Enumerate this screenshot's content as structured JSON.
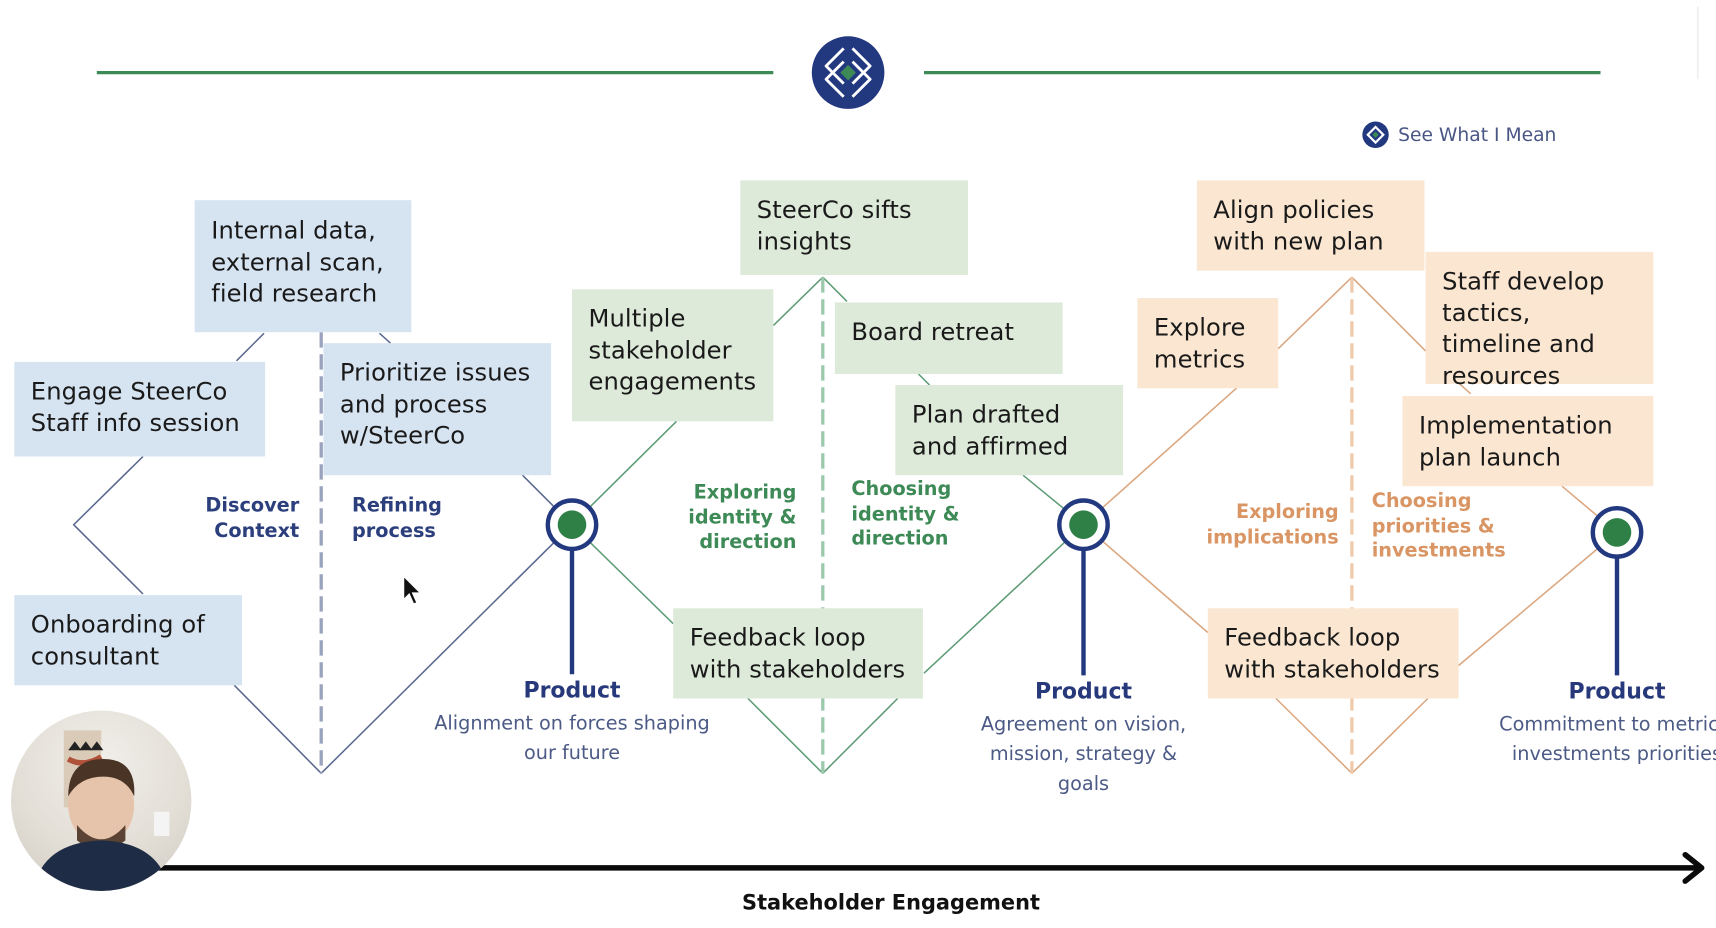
{
  "header": {
    "logo_icon": "diamond-chain-logo-icon",
    "brand_label": "See What I Mean",
    "brand_icon": "diamond-logo-icon"
  },
  "colors": {
    "navy": "#22387f",
    "green_line": "#3e8a57",
    "blue_box": "#d6e3f1",
    "green_box": "#dde9d9",
    "peach_box": "#fae6d1",
    "orange_text": "#d99563",
    "product_dot": "#2e8046"
  },
  "phase1": {
    "boxes": {
      "internal_data": "Internal data, external scan, field research",
      "engage_steerco": "Engage SteerCo Staff info session",
      "onboarding": "Onboarding of consultant",
      "prioritize": "Prioritize issues and process w/SteerCo"
    },
    "label_left": "Discover Context",
    "label_right": "Refining process",
    "product": {
      "title": "Product",
      "description": "Alignment on forces shaping our future"
    }
  },
  "phase2": {
    "boxes": {
      "steerco_sifts": "SteerCo sifts insights",
      "multiple_engagements": "Multiple stakeholder engagements",
      "board_retreat": "Board retreat",
      "plan_drafted": "Plan drafted and affirmed",
      "feedback_loop": "Feedback loop with stakeholders"
    },
    "label_left": "Exploring identity & direction",
    "label_right": "Choosing identity & direction",
    "product": {
      "title": "Product",
      "description": "Agreement on vision, mission, strategy & goals"
    }
  },
  "phase3": {
    "boxes": {
      "align_policies": "Align policies with new plan",
      "explore_metrics": "Explore metrics",
      "staff_develop": "Staff develop tactics, timeline and resources",
      "implementation": "Implementation plan launch",
      "feedback_loop": "Feedback loop with stakeholders"
    },
    "label_left": "Exploring implications",
    "label_right": "Choosing priorities & investments",
    "product": {
      "title": "Product",
      "description": "Commitment to metrics, investments priorities"
    }
  },
  "axis": {
    "label": "Stakeholder Engagement"
  },
  "webcam": {
    "participant": "presenter-video"
  }
}
